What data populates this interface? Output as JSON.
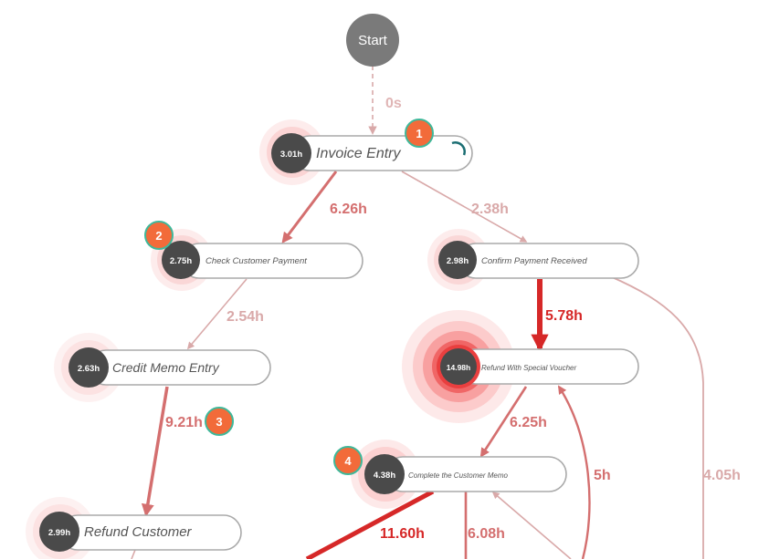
{
  "start": {
    "label": "Start"
  },
  "colors": {
    "light_edge": "#d9a9a9",
    "mid_edge": "#d46f6f",
    "strong_edge": "#d62828",
    "node_border": "#aaaaaa",
    "node_fill": "#ffffff",
    "circle_dark": "#4a4a4a",
    "badge": "#f26b3a",
    "badge_ring": "#3fb89a",
    "spinner": "#1b6e73"
  },
  "nodes": [
    {
      "id": "invoice-entry",
      "label": "Invoice Entry",
      "duration": "3.01h"
    },
    {
      "id": "check-customer-payment",
      "label": "Check Customer Payment",
      "duration": "2.75h"
    },
    {
      "id": "confirm-payment-received",
      "label": "Confirm Payment Received",
      "duration": "2.98h"
    },
    {
      "id": "credit-memo-entry",
      "label": "Credit Memo Entry",
      "duration": "2.63h"
    },
    {
      "id": "refund-with-special-voucher",
      "label": "Refund With Special Voucher",
      "duration": "14.98h"
    },
    {
      "id": "complete-the-customer-memo",
      "label": "Complete the Customer Memo",
      "duration": "4.38h"
    },
    {
      "id": "refund-customer",
      "label": "Refund Customer",
      "duration": "2.99h"
    }
  ],
  "edges": [
    {
      "id": "start-invoice",
      "label": "0s"
    },
    {
      "id": "invoice-check",
      "label": "6.26h"
    },
    {
      "id": "invoice-confirm",
      "label": "2.38h"
    },
    {
      "id": "check-credit",
      "label": "2.54h"
    },
    {
      "id": "confirm-refund-voucher",
      "label": "5.78h"
    },
    {
      "id": "credit-refund-customer",
      "label": "9.21h"
    },
    {
      "id": "voucher-complete",
      "label": "6.25h"
    },
    {
      "id": "up-to-voucher",
      "label": "5h"
    },
    {
      "id": "confirm-down",
      "label": "4.05h"
    },
    {
      "id": "complete-out-left",
      "label": "11.60h"
    },
    {
      "id": "complete-out-down",
      "label": "6.08h"
    }
  ],
  "badges": [
    "1",
    "2",
    "3",
    "4"
  ]
}
